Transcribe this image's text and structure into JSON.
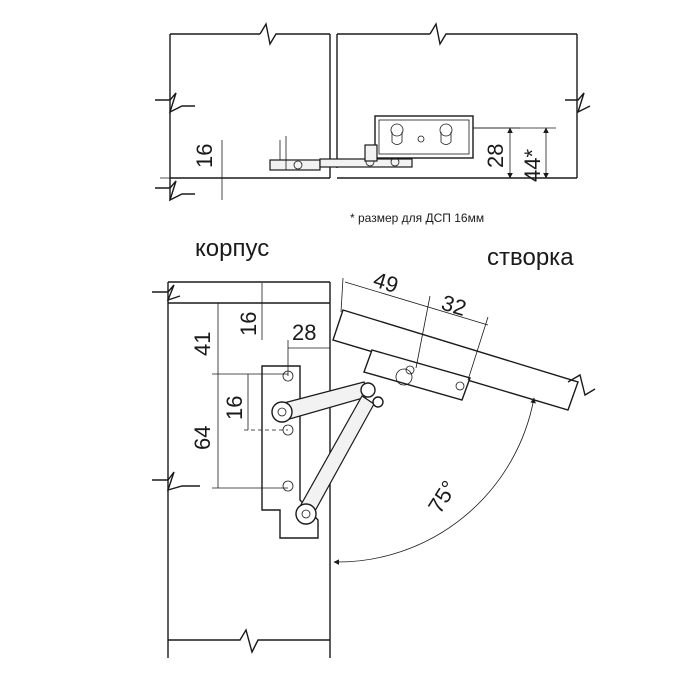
{
  "labels": {
    "korpus": "корпус",
    "stvorka": "створка",
    "footnote": "* размер для ДСП 16мм"
  },
  "top_view": {
    "dim_16": "16",
    "dim_28": "28",
    "dim_44": "44*"
  },
  "side_view": {
    "dim_16_top": "16",
    "dim_41": "41",
    "dim_28": "28",
    "dim_16_mid": "16",
    "dim_64": "64",
    "dim_49": "49",
    "dim_32": "32",
    "angle": "75°"
  }
}
